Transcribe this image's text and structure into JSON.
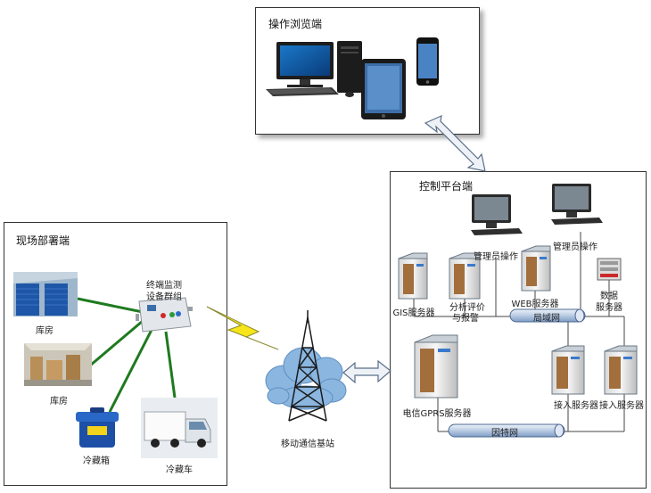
{
  "browse_panel": {
    "title": "操作浏览端"
  },
  "site_panel": {
    "title": "现场部署端",
    "terminal_label_line1": "终端监测",
    "terminal_label_line2": "设备群组",
    "items": {
      "warehouse_1": "库房",
      "warehouse_2": "库房",
      "cooler_box": "冷藏箱",
      "reefer_truck": "冷藏车"
    }
  },
  "base_station": {
    "label": "移动通信基站"
  },
  "control_panel": {
    "title": "控制平台端",
    "admin_1": "管理员操作",
    "admin_2": "管理员操作",
    "gis_server": "GIS服务器",
    "analysis_server_line1": "分析评价",
    "analysis_server_line2": "与报警",
    "web_server": "WEB服务器",
    "data_server_line1": "数据",
    "data_server_line2": "服务器",
    "lan": "局域网",
    "gprs_server": "电信GPRS服务器",
    "access_server_1": "接入服务器",
    "access_server_2": "接入服务器",
    "internet": "因特网"
  },
  "colors": {
    "link_green": "#1f7a1f",
    "pipe_blue": "#9fb8d8",
    "lightning_yellow": "#f5e51a",
    "cloud_blue": "#8ab6e0"
  }
}
